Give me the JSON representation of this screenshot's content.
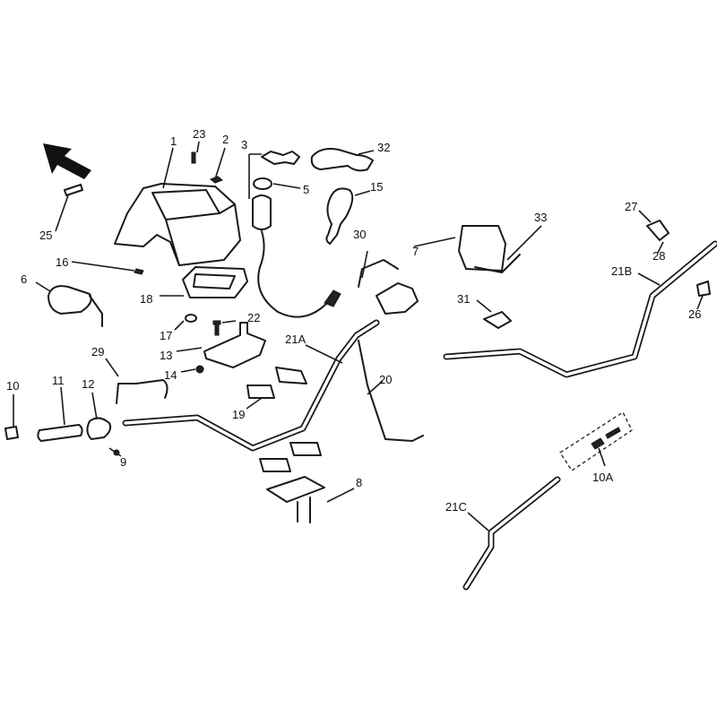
{
  "title": "Handlebar and headlight housing parts diagram",
  "direction_arrow": "front-arrow-icon",
  "callouts": {
    "c1": "1",
    "c2": "2",
    "c3": "3",
    "c5": "5",
    "c6": "6",
    "c7": "7",
    "c8": "8",
    "c9": "9",
    "c10": "10",
    "c10A": "10A",
    "c11": "11",
    "c12": "12",
    "c13": "13",
    "c14": "14",
    "c15": "15",
    "c16": "16",
    "c17": "17",
    "c18": "18",
    "c19": "19",
    "c20": "20",
    "c21A": "21A",
    "c21B": "21B",
    "c21C": "21C",
    "c22": "22",
    "c23": "23",
    "c25": "25",
    "c26": "26",
    "c27": "27",
    "c28": "28",
    "c29": "29",
    "c30": "30",
    "c31": "31",
    "c32": "32",
    "c33": "33"
  }
}
